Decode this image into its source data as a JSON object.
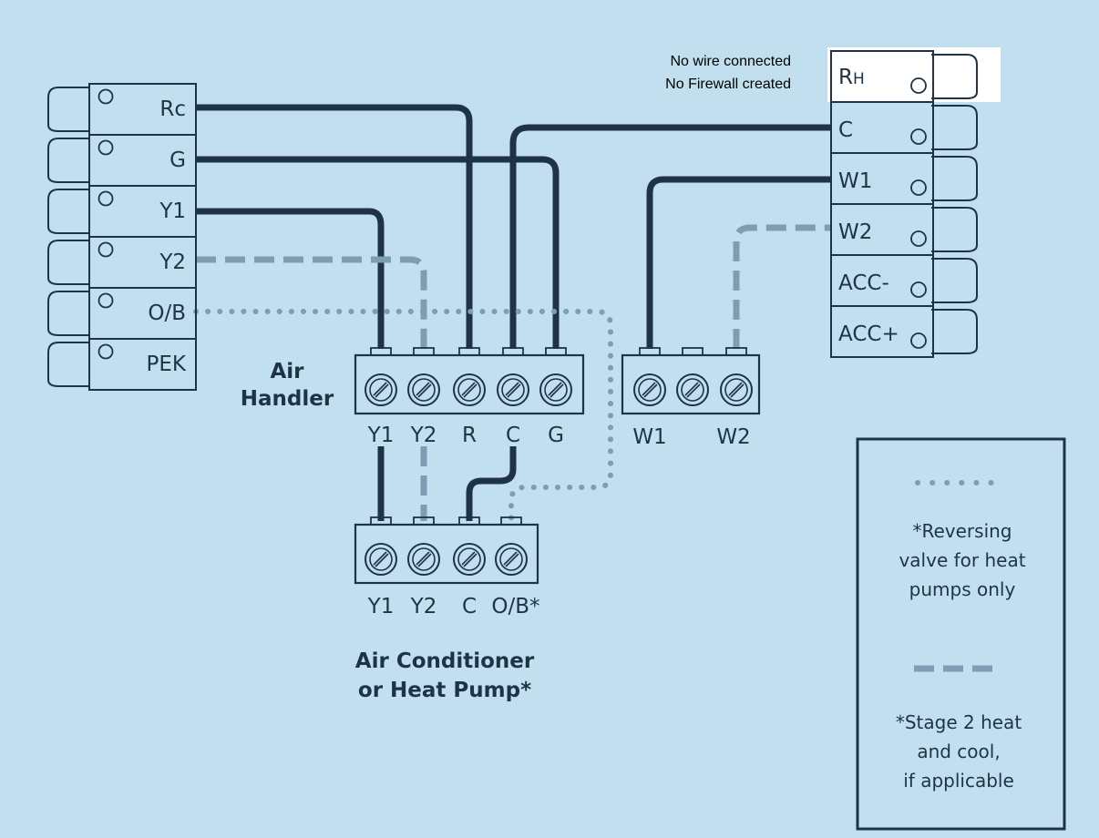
{
  "left_terminals": [
    "Rc",
    "G",
    "Y1",
    "Y2",
    "O/B",
    "PEK"
  ],
  "right_terminals": {
    "rh": "R",
    "rh_sub": "H",
    "items": [
      "C",
      "W1",
      "W2",
      "ACC-",
      "ACC+"
    ]
  },
  "note": {
    "line1": "No wire connected",
    "line2": "No Firewall created"
  },
  "air_handler": {
    "title_line1": "Air",
    "title_line2": "Handler",
    "labels": [
      "Y1",
      "Y2",
      "R",
      "C",
      "G"
    ]
  },
  "heat_block": {
    "labels": [
      "W1",
      "W2"
    ]
  },
  "ac_unit": {
    "labels": [
      "Y1",
      "Y2",
      "C",
      "O/B*"
    ],
    "title_line1": "Air Conditioner",
    "title_line2": "or Heat Pump*"
  },
  "legend": {
    "dotted_text": [
      "*Reversing",
      "valve for heat",
      "pumps only"
    ],
    "dashed_text": [
      "*Stage 2 heat",
      "and cool,",
      "if applicable"
    ]
  },
  "colors": {
    "background": "#c2dff0",
    "solid_wire": "#1e3446",
    "optional_wire": "#7d9db3",
    "outline": "#1e3446"
  }
}
